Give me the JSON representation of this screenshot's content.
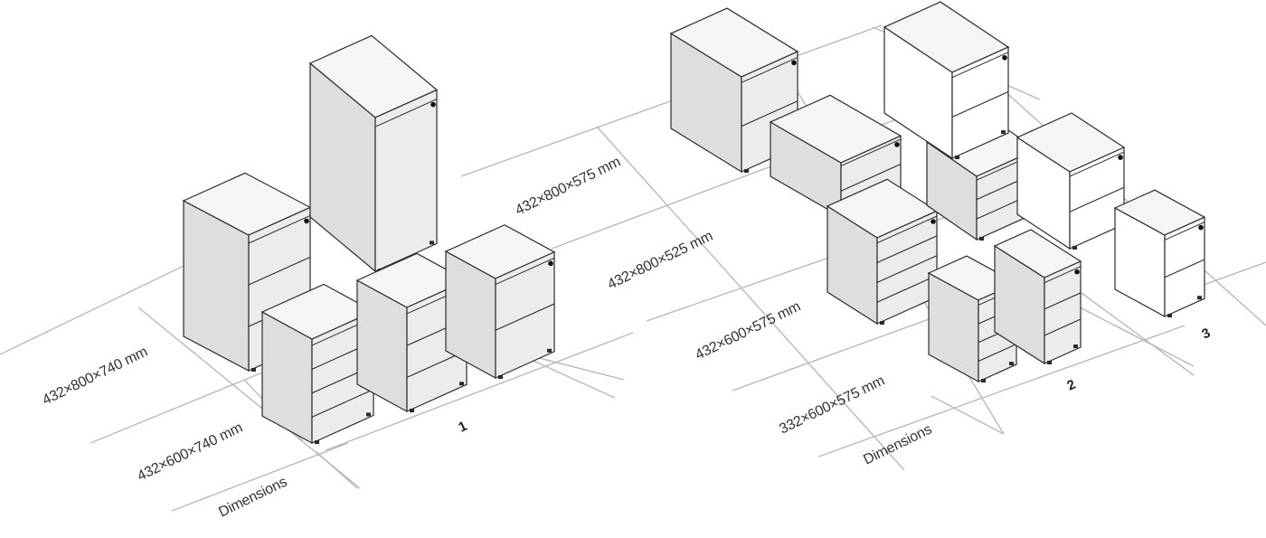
{
  "colors": {
    "background": "#ffffff",
    "grid_line": "#b9b9b9",
    "outline": "#2b2b2b",
    "panel_face": "#ececec",
    "panel_top": "#f5f5f5",
    "panel_shadow": "#dedede",
    "white_face": "#ffffff",
    "lock": "#111111"
  },
  "groups": [
    {
      "number": "1",
      "heading": "Dimensions",
      "rows": [
        "432×800×740 mm",
        "432×600×740 mm"
      ]
    },
    {
      "number": "2",
      "heading": "Dimensions",
      "rows": [
        "432×800×575 mm",
        "432×800×525 mm",
        "432×600×575 mm",
        "332×600×575 mm"
      ]
    },
    {
      "number": "3",
      "heading": "",
      "rows": []
    }
  ],
  "cabinets": [
    {
      "group": "1",
      "drawers": 3,
      "finish": "grey"
    },
    {
      "group": "1",
      "drawers": 1,
      "finish": "grey"
    },
    {
      "group": "1",
      "drawers": 4,
      "finish": "grey"
    },
    {
      "group": "1",
      "drawers": 3,
      "finish": "grey"
    },
    {
      "group": "1",
      "drawers": 2,
      "finish": "grey"
    },
    {
      "group": "2",
      "drawers": 2,
      "finish": "grey"
    },
    {
      "group": "2",
      "drawers": 2,
      "finish": "grey"
    },
    {
      "group": "2",
      "drawers": 4,
      "finish": "grey"
    },
    {
      "group": "2",
      "drawers": 3,
      "finish": "grey"
    },
    {
      "group": "2",
      "drawers": 4,
      "finish": "grey"
    },
    {
      "group": "2",
      "drawers": 3,
      "finish": "grey"
    },
    {
      "group": "3",
      "drawers": 2,
      "finish": "white"
    },
    {
      "group": "3",
      "drawers": 2,
      "finish": "white"
    },
    {
      "group": "3",
      "drawers": 2,
      "finish": "white"
    }
  ]
}
